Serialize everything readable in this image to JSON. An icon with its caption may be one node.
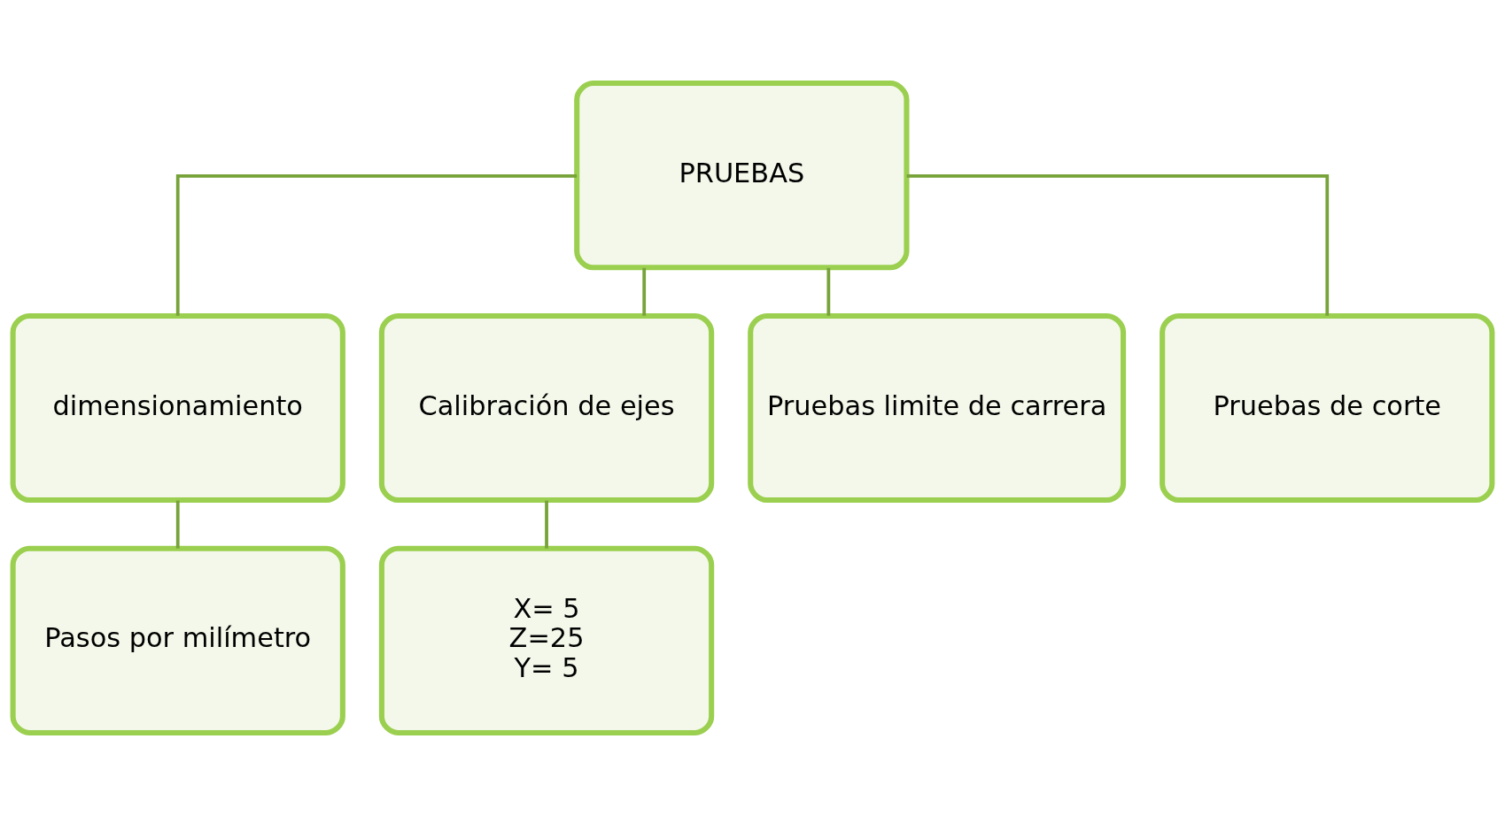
{
  "diagram": {
    "nodes": [
      {
        "text": [
          "PRUEBAS"
        ]
      },
      {
        "text": [
          "dimensionamiento"
        ]
      },
      {
        "text": [
          "Calibración de ejes"
        ]
      },
      {
        "text": [
          "Pruebas limite de carrera"
        ]
      },
      {
        "text": [
          "Pruebas de corte"
        ]
      },
      {
        "text": [
          "Pasos por milímetro"
        ]
      },
      {
        "text": [
          "X= 5",
          "Z=25",
          "Y= 5"
        ]
      }
    ],
    "edges": [
      {
        "from": 0,
        "to": 1,
        "arrow": "none"
      },
      {
        "from": 0,
        "to": 2,
        "arrow": "none"
      },
      {
        "from": 0,
        "to": 3,
        "arrow": "none"
      },
      {
        "from": 0,
        "to": 4,
        "arrow": "none"
      },
      {
        "from": 1,
        "to": 5,
        "arrow": "none"
      },
      {
        "from": 2,
        "to": 6,
        "arrow": "none"
      }
    ]
  }
}
